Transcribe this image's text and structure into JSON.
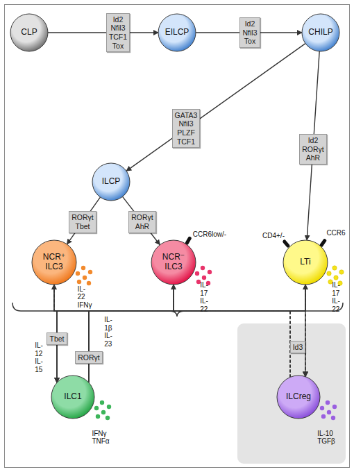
{
  "diagram": {
    "nodes": [
      {
        "text": [
          "CLP"
        ]
      },
      {
        "text": [
          "EILCP"
        ]
      },
      {
        "text": [
          "CHILP"
        ]
      },
      {
        "text": [
          "ILCP"
        ]
      },
      {
        "text": [
          "NCR⁺ ILC3"
        ]
      },
      {
        "text": [
          "NCR⁻ ILC3"
        ]
      },
      {
        "text": [
          "LTi"
        ]
      },
      {
        "text": [
          "ILC1"
        ]
      },
      {
        "text": [
          "ILCreg"
        ]
      }
    ],
    "edges": [
      {
        "from": 0,
        "to": 1,
        "arrow": "to",
        "label": "Id2 Nfil3 TCF1 Tox"
      },
      {
        "from": 1,
        "to": 2,
        "arrow": "to",
        "label": "Id2 Nfil3 Tox"
      },
      {
        "from": 2,
        "to": 3,
        "arrow": "to",
        "label": "GATA3 Nfil3 PLZF TCF1"
      },
      {
        "from": 2,
        "to": 6,
        "arrow": "to",
        "label": "Id2 RORγt AhR"
      },
      {
        "from": 3,
        "to": 4,
        "arrow": "to",
        "label": "RORγt Tbet"
      },
      {
        "from": 3,
        "to": 5,
        "arrow": "to",
        "label": "RORγt AhR"
      },
      {
        "from": 4,
        "to": 7,
        "arrow": "to",
        "label": "Tbet"
      },
      {
        "from": 5,
        "to": 7,
        "arrow": "to"
      },
      {
        "from": 6,
        "to": 7,
        "arrow": "to"
      },
      {
        "from": 7,
        "to": 4,
        "arrow": "to",
        "label": "RORγt"
      },
      {
        "from": 7,
        "to": 5,
        "arrow": "to"
      },
      {
        "from": 7,
        "to": 6,
        "arrow": "to"
      },
      {
        "from": 4,
        "to": 8,
        "arrow": "to",
        "label": "Id3"
      },
      {
        "from": 5,
        "to": 8,
        "arrow": "to"
      },
      {
        "from": 6,
        "to": 8,
        "arrow": "to"
      },
      {
        "from": 8,
        "to": 4,
        "arrow": "to"
      },
      {
        "from": 8,
        "to": 5,
        "arrow": "to"
      },
      {
        "from": 8,
        "to": 6,
        "arrow": "to"
      }
    ],
    "labels": [
      "CCR6low/-",
      "CD4+/-",
      "CCR6",
      "IL-22 IFNγ",
      "IL-17 IL-22",
      "IL-17 IL-22",
      "IL-1β IL-23",
      "IL-12 IL-15",
      "IFNγ TNFα",
      "IL-10 TGFβ"
    ]
  }
}
